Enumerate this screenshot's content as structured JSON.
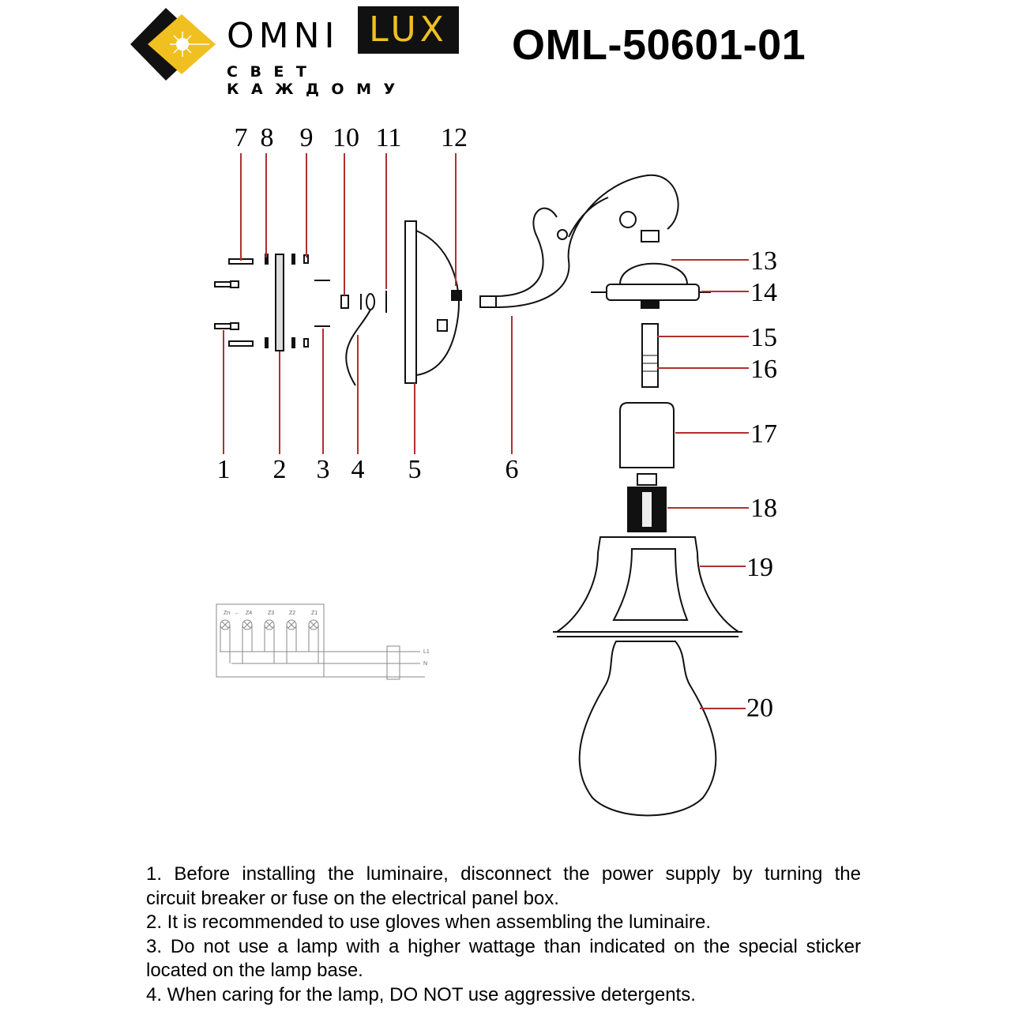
{
  "logo": {
    "brand_main": "OMNI",
    "brand_accent": "LUX",
    "tagline": "СВЕТ КАЖДОМУ",
    "accent_color": "#f0c020"
  },
  "header": {
    "model": "OML-50601-01"
  },
  "diagram": {
    "leader_color": "#b0302f",
    "top_labels": [
      "7",
      "8",
      "9",
      "10",
      "11",
      "12"
    ],
    "bottom_labels": [
      "1",
      "2",
      "3",
      "4",
      "5",
      "6"
    ],
    "right_labels": [
      "13",
      "14",
      "15",
      "16",
      "17",
      "18",
      "19",
      "20"
    ],
    "wiring": {
      "lamps": [
        "Zn",
        "Z4",
        "Z3",
        "Z2",
        "Z1"
      ],
      "arrow": "←",
      "terminals": [
        "L1",
        "N"
      ]
    }
  },
  "notes": [
    "1. Before installing the luminaire, disconnect the power supply by turning the",
    "circuit breaker or fuse on the electrical panel box.",
    "2. It is recommended to use gloves when assembling the luminaire.",
    "3. Do not use a lamp with a higher wattage than indicated on the special sticker",
    "located on the lamp base.",
    "4. When caring for the lamp, DO NOT use aggressive detergents."
  ]
}
